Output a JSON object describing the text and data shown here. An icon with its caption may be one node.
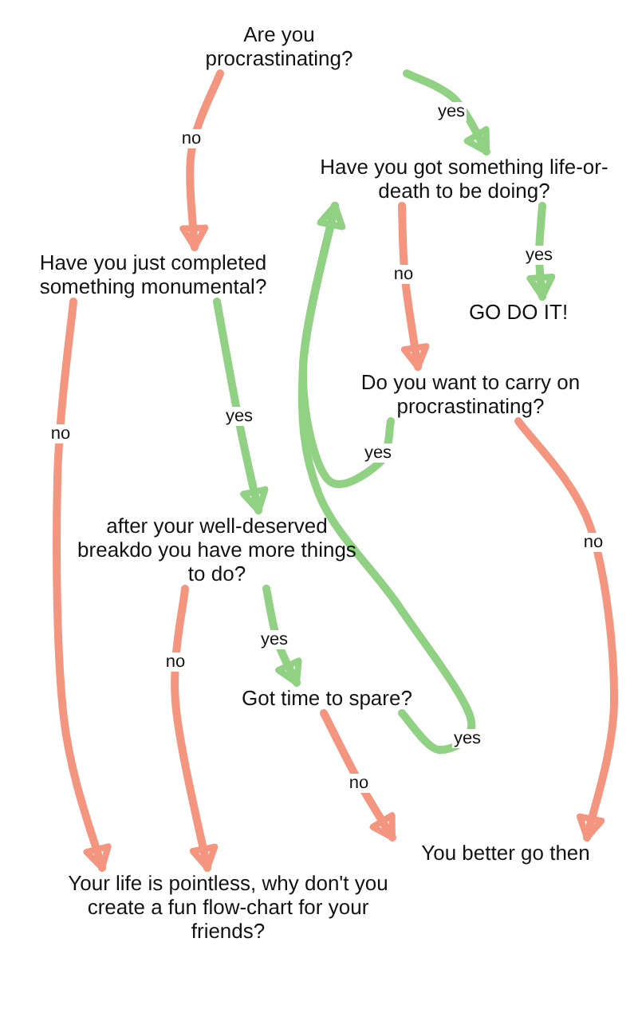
{
  "diagram": {
    "nodes": [
      {
        "text": [
          "Are you procrastinating?"
        ]
      },
      {
        "text": [
          "Have you got something life-or-death to be doing?"
        ]
      },
      {
        "text": [
          "Have you just completed something monumental?"
        ]
      },
      {
        "text": [
          "GO DO IT!"
        ]
      },
      {
        "text": [
          "Do you want to carry on procrastinating?"
        ]
      },
      {
        "text": [
          "after your well-deserved breakdo you have more things to do?"
        ]
      },
      {
        "text": [
          "Got time to spare?"
        ]
      },
      {
        "text": [
          "Your life is pointless, why don't you create a fun flow-chart for your friends?"
        ]
      },
      {
        "text": [
          "You better go then"
        ]
      }
    ],
    "edges": [
      {
        "from": 0,
        "to": 2,
        "arrow": "to",
        "label": "no"
      },
      {
        "from": 0,
        "to": 1,
        "arrow": "to",
        "label": "yes",
        "color": "#90d183"
      },
      {
        "from": 1,
        "to": 3,
        "arrow": "to",
        "label": "yes",
        "color": "#90d183"
      },
      {
        "from": 1,
        "to": 4,
        "arrow": "to",
        "label": "no"
      },
      {
        "from": 2,
        "to": 7,
        "arrow": "to",
        "label": "no"
      },
      {
        "from": 2,
        "to": 5,
        "arrow": "to",
        "label": "yes",
        "color": "#90d183"
      },
      {
        "from": 4,
        "to": 1,
        "arrow": "to",
        "label": "yes",
        "color": "#90d183"
      },
      {
        "from": 6,
        "to": 1,
        "arrow": "to",
        "label": "yes",
        "color": "#90d183"
      },
      {
        "from": 4,
        "to": 8,
        "arrow": "to",
        "label": "no"
      },
      {
        "from": 5,
        "to": 7,
        "arrow": "to",
        "label": "no"
      },
      {
        "from": 5,
        "to": 6,
        "arrow": "to",
        "label": "yes",
        "color": "#90d183"
      },
      {
        "from": 6,
        "to": 8,
        "arrow": "to",
        "label": "no"
      }
    ]
  }
}
